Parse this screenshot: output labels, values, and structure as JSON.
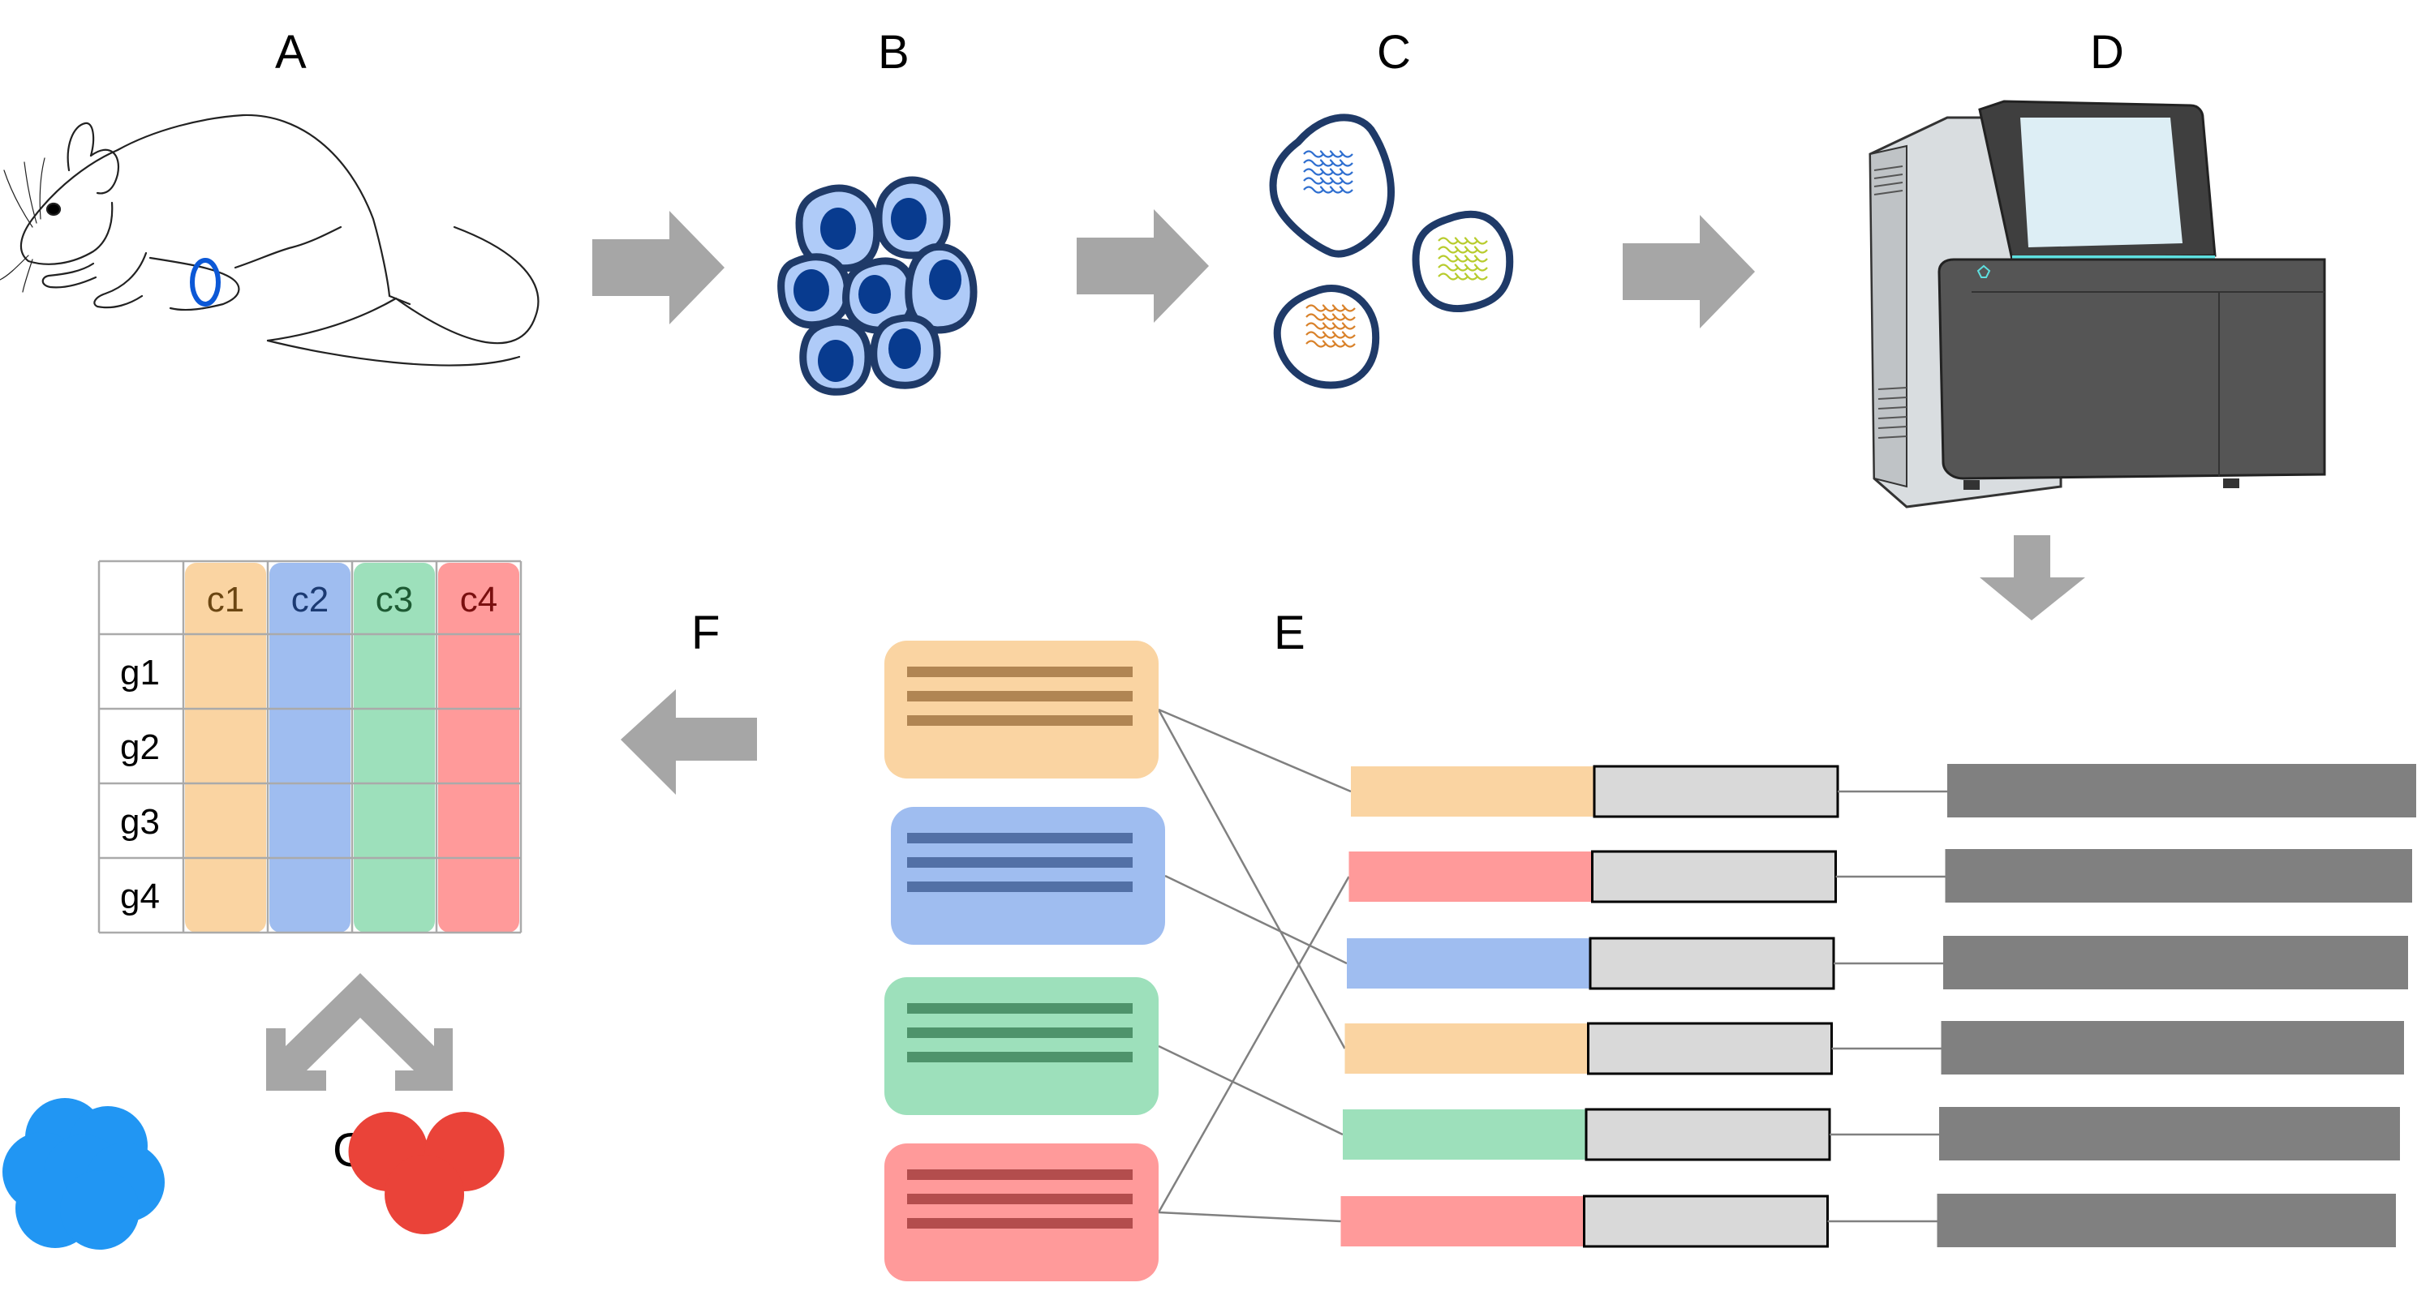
{
  "labels": {
    "A": "A",
    "B": "B",
    "C": "C",
    "D": "D",
    "E": "E",
    "F": "F",
    "G": "G"
  },
  "steps": [
    {
      "id": "A",
      "depicts": "mouse with circled hind-limb tissue"
    },
    {
      "id": "B",
      "depicts": "cluster of cells"
    },
    {
      "id": "C",
      "depicts": "three single cells with colored transcripts"
    },
    {
      "id": "D",
      "depicts": "sequencing instrument"
    },
    {
      "id": "E",
      "depicts": "reads with cell barcodes assigned to cells"
    },
    {
      "id": "F",
      "depicts": "gene-by-cell count matrix"
    },
    {
      "id": "G",
      "depicts": "two cell clusters"
    }
  ],
  "matrix": {
    "columns": [
      "c1",
      "c2",
      "c3",
      "c4"
    ],
    "rows": [
      "g1",
      "g2",
      "g3",
      "g4"
    ],
    "column_colors": [
      "#fad4a2",
      "#9fbdf0",
      "#9de0bb",
      "#ff9a9a"
    ],
    "column_text_colors": [
      "#6b4612",
      "#1b3a72",
      "#1d5a33",
      "#7a0f0f"
    ]
  },
  "transcript_colors": [
    "#2f6fd0",
    "#b8cc2e",
    "#d9822b"
  ],
  "cell_groups": [
    {
      "color": "#fad4a2",
      "line": "#b08553"
    },
    {
      "color": "#9fbdf0",
      "line": "#5270a6"
    },
    {
      "color": "#9de0bb",
      "line": "#4e936b"
    },
    {
      "color": "#ff9a9a",
      "line": "#b34d4d"
    }
  ],
  "reads": [
    {
      "barcode_color": "#fad4a2",
      "group": 0
    },
    {
      "barcode_color": "#ff9a9a",
      "group": 3
    },
    {
      "barcode_color": "#9fbdf0",
      "group": 1
    },
    {
      "barcode_color": "#fad4a2",
      "group": 0
    },
    {
      "barcode_color": "#9de0bb",
      "group": 2
    },
    {
      "barcode_color": "#ff9a9a",
      "group": 3
    }
  ],
  "clusters": {
    "blue": {
      "color": "#2196f3",
      "count": 7
    },
    "red": {
      "color": "#ea4339",
      "count": 3
    }
  },
  "arrow_color": "#a6a6a6"
}
